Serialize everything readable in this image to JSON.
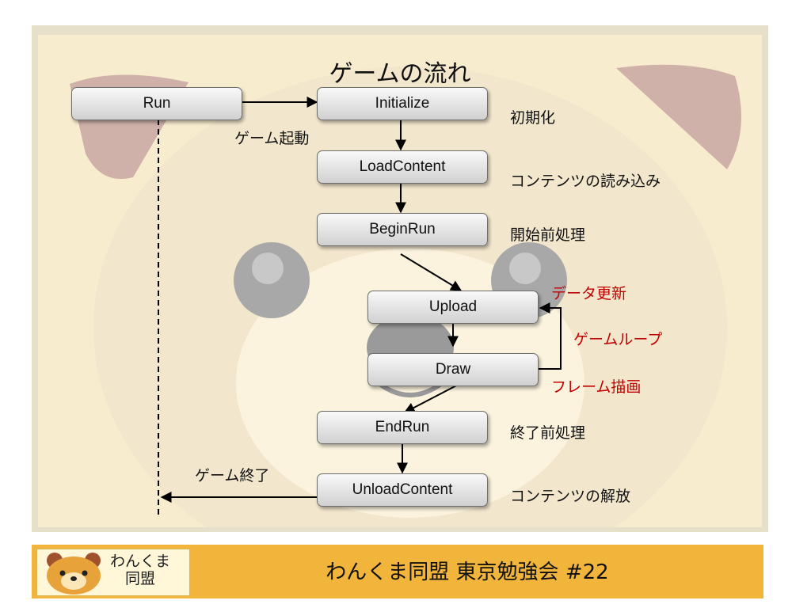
{
  "title": "ゲームの流れ",
  "boxes": {
    "run": "Run",
    "initialize": "Initialize",
    "load_content": "LoadContent",
    "begin_run": "BeginRun",
    "upload": "Upload",
    "draw": "Draw",
    "end_run": "EndRun",
    "unload_content": "UnloadContent"
  },
  "notes": {
    "game_start": "ゲーム起動",
    "game_end": "ゲーム終了",
    "initialize": "初期化",
    "load_content": "コンテンツの読み込み",
    "begin_run": "開始前処理",
    "data_update": "データ更新",
    "game_loop": "ゲームループ",
    "frame_draw": "フレーム描画",
    "end_run": "終了前処理",
    "unload_content": "コンテンツの解放"
  },
  "footer": {
    "logo_text_line1": "わんくま",
    "logo_text_line2": "同盟",
    "text": "わんくま同盟 東京勉強会 #22"
  },
  "colors": {
    "note_red": "#c00000",
    "footer_bg": "#f2b53c",
    "panel_bg": "#f8ecce"
  }
}
